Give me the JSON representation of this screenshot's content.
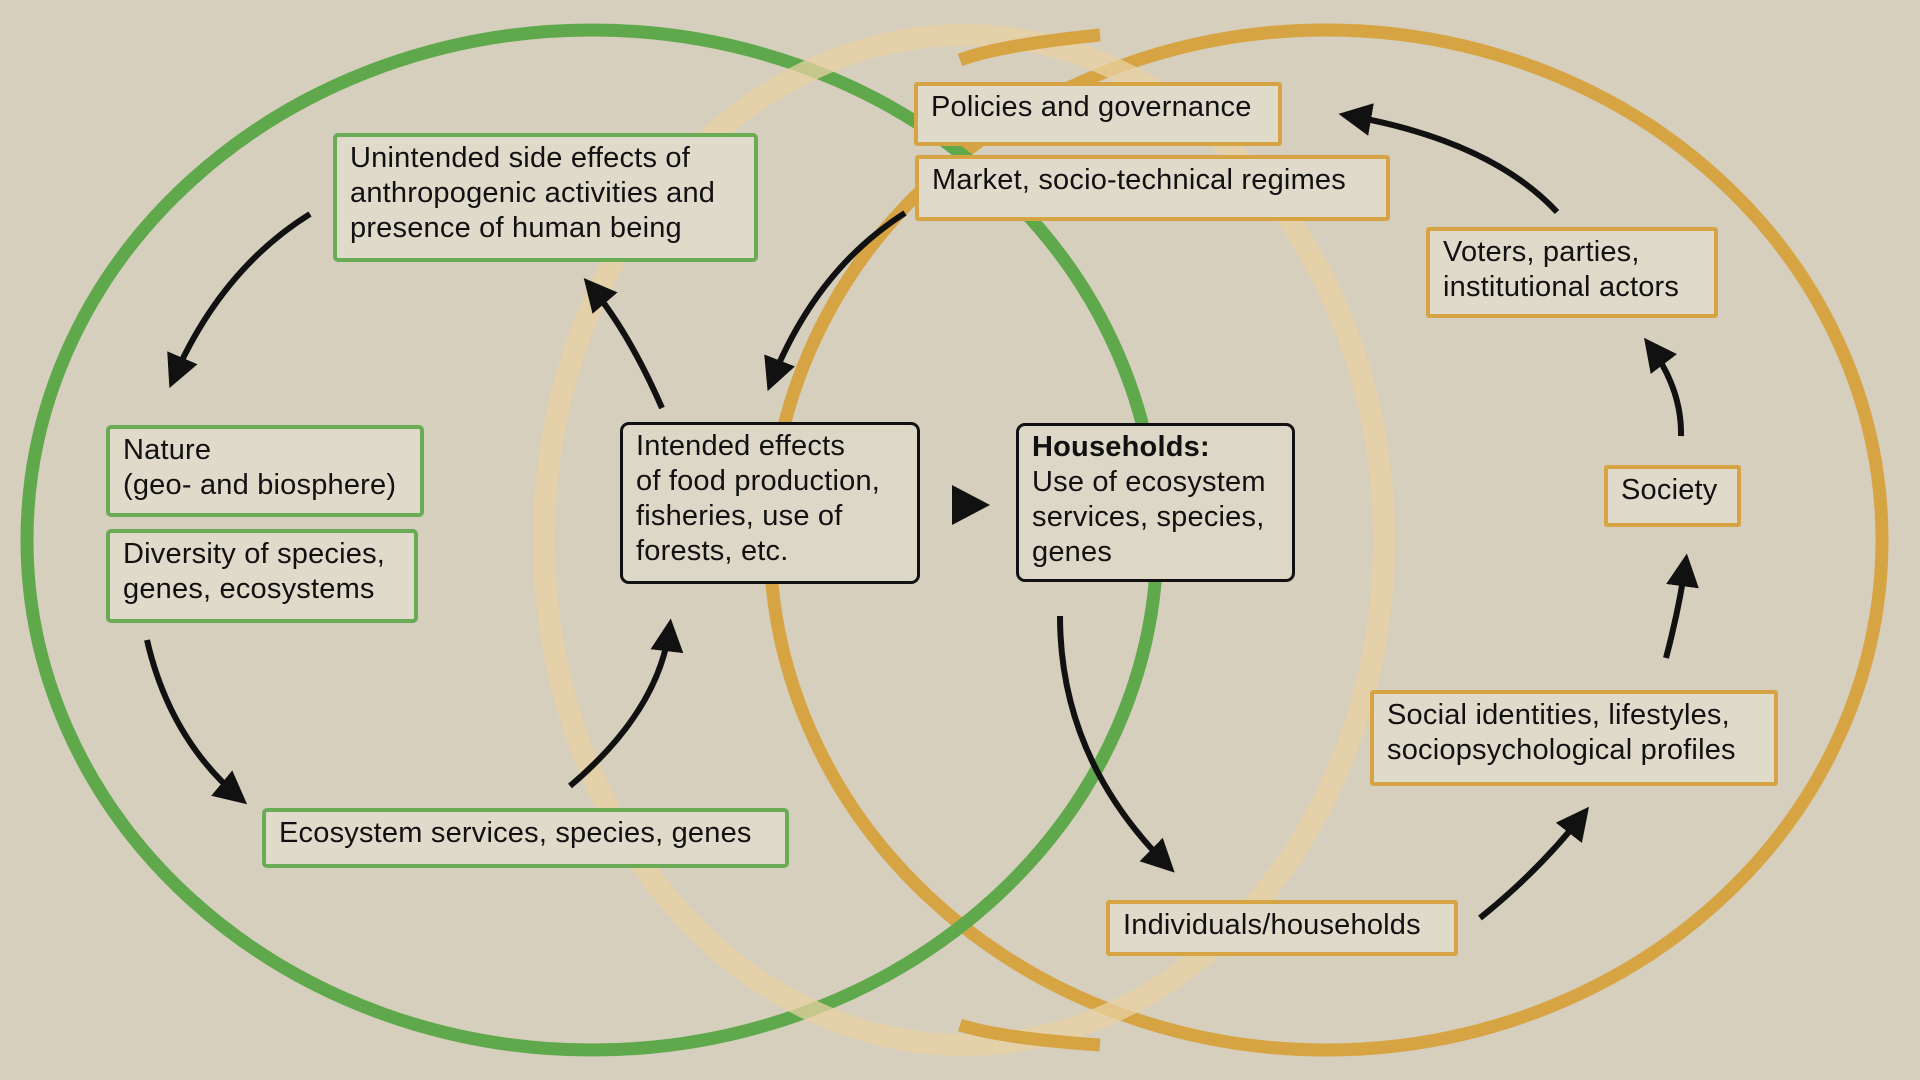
{
  "colors": {
    "background": "#d6cfbd",
    "nature_ring": "#5fa84b",
    "society_ring": "#d7a443",
    "overlap_ring": "#e6cfa0",
    "arrow": "#111111"
  },
  "nodes": {
    "unintended": [
      "Unintended side effects of",
      "anthropogenic activities and",
      "presence of human being"
    ],
    "nature": [
      "Nature",
      "(geo- and biosphere)"
    ],
    "diversity": [
      "Diversity of species,",
      "genes, ecosystems"
    ],
    "ecosystem_services": "Ecosystem services, species, genes",
    "intended": [
      "Intended effects",
      "of food production,",
      "fisheries, use of",
      "forests, etc."
    ],
    "households_title": "Households:",
    "households": [
      "Use of ecosystem",
      "services, species,",
      "genes"
    ],
    "policies": "Policies and governance",
    "market": "Market, socio-technical regimes",
    "voters": [
      "Voters, parties,",
      "institutional actors"
    ],
    "society": "Society",
    "social_identities": [
      "Social identities, lifestyles,",
      "sociopsychological profiles"
    ],
    "individuals": "Individuals/households"
  },
  "icons": [
    "arrow",
    "play-triangle"
  ]
}
